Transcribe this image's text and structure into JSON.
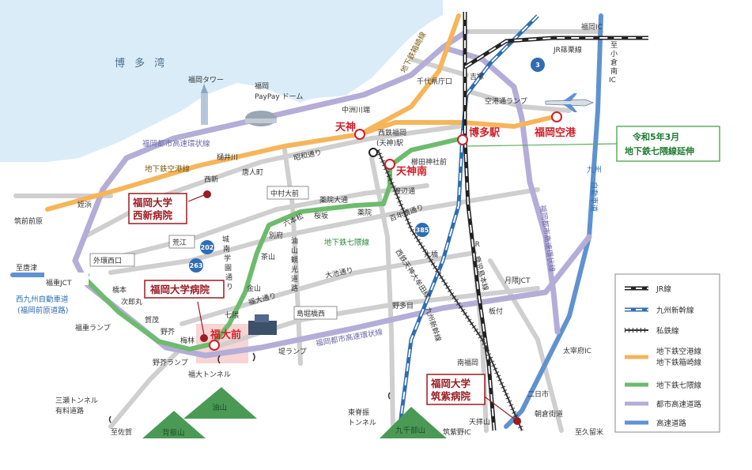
{
  "water": {
    "bay_name": "博 多 湾"
  },
  "landmarks": {
    "fukuoka_tower": "福岡タワー",
    "dome_line1": "福岡",
    "dome_line2": "PayPay ドーム"
  },
  "lines": {
    "subway_airport": "地下鉄空港線",
    "subway_hakozaki": "地下鉄箱崎線",
    "subway_nanakuma": "地下鉄七隈線",
    "jr_kagoshima_l1": "JR",
    "jr_kagoshima_l2": "鹿児島本線",
    "jr_sasaguri": "JR篠栗線",
    "nishitetsu_omuta": "西鉄天神大牟田線",
    "kyushu_shinkansen": "九州新幹線",
    "kyushu_expressway_l1": "九州",
    "kyushu_expressway_l2": "自動車道",
    "nishi_kyushu_l1": "西九州自動車道",
    "nishi_kyushu_l2": "(福岡前原道路)",
    "city_hwy_north": "福岡都市高速環状線",
    "city_hwy_east": "福岡都市高速環状線",
    "city_hwy_south": "福岡都市高速環状線",
    "aburayama_l1": "油",
    "aburayama_l2": "山",
    "aburayama_l3": "観",
    "aburayama_l4": "光",
    "aburayama_l5": "道",
    "aburayama_l6": "路",
    "jonan_l1": "城",
    "jonan_l2": "南",
    "jonan_l3": "学",
    "jonan_l4": "園",
    "jonan_l5": "通",
    "jonan_l6": "り",
    "fukuoka_ic_label": "至",
    "fukuoka_ic_label2": "小",
    "fukuoka_ic_label3": "倉",
    "fukuoka_ic_label4": "南",
    "fukuoka_ic_label5": "IC"
  },
  "stations": {
    "tenjin": "天神",
    "hakata": "博多駅",
    "fukuoka_airport": "福岡空港",
    "tenjin_minami": "天神南",
    "fukudai_mae": "福大前",
    "nishitetsu_fukuoka_l1": "西鉄福岡",
    "nishitetsu_fukuoka_l2": "(天神)駅",
    "nakasu": "中洲川端",
    "kushida": "櫛田神社前",
    "watanabe": "渡辺通",
    "yakuin_odori": "薬院大通",
    "yakuin": "薬院",
    "sakurazaka": "桜坂",
    "ropponmatsu": "六本松",
    "befu": "別府",
    "chayama": "茶山",
    "kanayama": "金山",
    "nanakuma": "七隈",
    "umebayashi": "梅林",
    "noke": "野芥",
    "kamo": "賀茂",
    "jirojmaru": "次郎丸",
    "hashimoto": "橋本",
    "meinohama": "姪浜",
    "nishijin": "西新",
    "tojinmachi": "唐人町",
    "chikuzen_maebaru": "筑前前原",
    "chiyo": "千代県庁口",
    "yoshizuka": "吉塚",
    "kukodori": "空港通ランプ",
    "fukuoka_ic": "福岡IC",
    "ohashi": "大橋",
    "minami_fukuoka": "南福岡",
    "futsukaichi": "二日市",
    "tenpaizan": "天拝山",
    "chikushino_ic": "筑紫野IC",
    "dazaifu_ic": "太宰府IC",
    "itazuke": "板付",
    "gekkuma": "月隈JCT",
    "notame": "野多目",
    "shiobarubashi": "島堀橋西",
    "tsutsumi_ramp": "堤ランプ",
    "noke_ramp": "野芥ランプ",
    "fukudai_tunnel": "福大トンネル",
    "kashii": "樋井川"
  },
  "roads": {
    "showa": "昭和通り",
    "hyakunenbashi": "百年橋通り",
    "oike": "大池通り",
    "fukudai_dori": "福大通り",
    "nakamura_omae": "中村大前",
    "arae": "荒江",
    "kanjo_nishiguchi": "外環西口",
    "meinohama_jct": "福重JCT",
    "fukushige_ramp": "福重ランプ",
    "to_karatsu": "至唐津",
    "to_saga": "至佐賀",
    "to_kurume": "至久留米",
    "sanze_l1": "三瀬トンネル",
    "sanze_l2": "有料道路",
    "higashi_l1": "東脊振",
    "higashi_l2": "トンネル",
    "asakura": "朝倉街道",
    "route3": "3",
    "route202": "202",
    "route263": "263",
    "route385": "385"
  },
  "mountains": {
    "aburayama": "油山",
    "seburi": "背振山",
    "kusenbu": "九千部山"
  },
  "hospitals": {
    "nishijin_l1": "福岡大学",
    "nishijin_l2": "西新病院",
    "main": "福岡大学病院",
    "chikushi_l1": "福岡大学",
    "chikushi_l2": "筑紫病院"
  },
  "callout": {
    "line1": "令和5年3月",
    "line2": "地下鉄七隈線延伸"
  },
  "legend": {
    "jr": "JR線",
    "shinkansen": "九州新幹線",
    "private": "私鉄線",
    "subway_l1": "地下鉄空港線",
    "subway_l2": "地下鉄箱崎線",
    "nanakuma": "地下鉄七隈線",
    "city_hwy": "都市高速道路",
    "expressway": "高速道路"
  },
  "colors": {
    "water": "#d9ecf8",
    "subway_orange": "#f6b55a",
    "subway_green": "#6dbb6c",
    "city_hwy": "#b3add7",
    "expressway": "#5f92d0",
    "road": "#c9c9c9",
    "station_red": "#d0202a",
    "hospital": "#9b1c24",
    "mountain": "#4a9a55"
  }
}
